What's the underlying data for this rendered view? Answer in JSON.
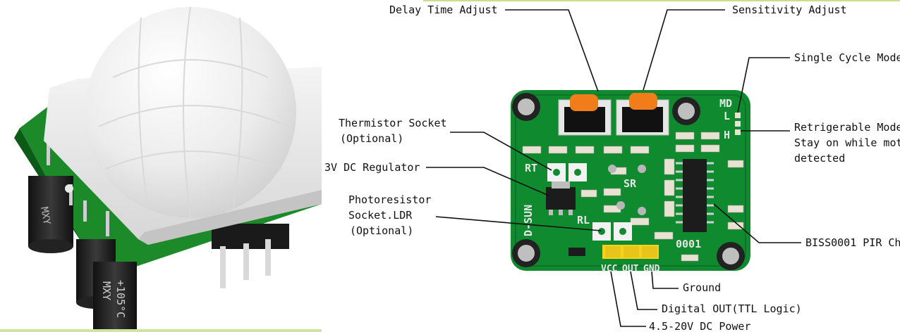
{
  "labels": {
    "delay_time": "Delay Time Adjust",
    "sensitivity": "Sensitivity Adjust",
    "single_cycle": "Single Cycle Mode",
    "retrigerable_1": "Retrigerable Mode",
    "retrigerable_2": "Stay on while mot",
    "retrigerable_3": "detected",
    "thermistor_1": "Thermistor Socket",
    "thermistor_2": "(Optional)",
    "regulator": "3V DC Regulator",
    "photoresistor_1": "Photoresistor",
    "photoresistor_2": "Socket.LDR",
    "photoresistor_3": "(Optional)",
    "biss_chip": "BISS0001 PIR Ch",
    "ground": "Ground",
    "digital_out": "Digital OUT(TTL Logic)",
    "power": "4.5-20V DC Power"
  },
  "board_marks": {
    "md": "MD",
    "l": "L",
    "h": "H",
    "rt": "RT",
    "sr": "SR",
    "rl": "RL",
    "dsun": "D-SUN",
    "code": "0001",
    "vcc": "VCC",
    "out": "OUT",
    "gnd": "GND"
  },
  "capacitor_marks": {
    "line1": "MXY",
    "line2": "+105°C"
  },
  "colors": {
    "pcb": "#0f8a2e",
    "pcb_dark": "#0a6a22",
    "pot": "#f07d1a",
    "header": "#f5d21e",
    "chip": "#1c1c1c",
    "dome": "#eeeeee"
  }
}
